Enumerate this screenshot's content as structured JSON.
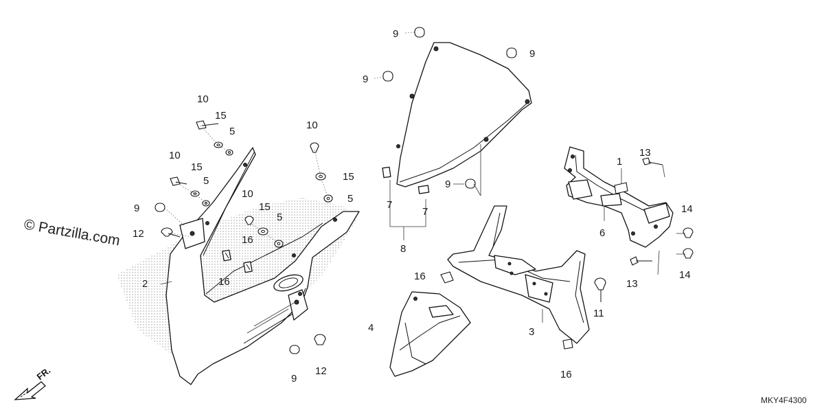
{
  "watermark": "© Partzilla.com",
  "diagram_code": "MKY4F4300",
  "front_marker": "FR.",
  "callouts": [
    {
      "id": "c10a",
      "text": "10"
    },
    {
      "id": "c15a",
      "text": "15"
    },
    {
      "id": "c5a",
      "text": "5"
    },
    {
      "id": "c10b",
      "text": "10"
    },
    {
      "id": "c15b",
      "text": "15"
    },
    {
      "id": "c5b",
      "text": "5"
    },
    {
      "id": "c9a",
      "text": "9"
    },
    {
      "id": "c12a",
      "text": "12"
    },
    {
      "id": "c2",
      "text": "2"
    },
    {
      "id": "c10c",
      "text": "10"
    },
    {
      "id": "c15c",
      "text": "15"
    },
    {
      "id": "c5c",
      "text": "5"
    },
    {
      "id": "c16a",
      "text": "16"
    },
    {
      "id": "c16b",
      "text": "16"
    },
    {
      "id": "c10d",
      "text": "10"
    },
    {
      "id": "c15d",
      "text": "15"
    },
    {
      "id": "c5d",
      "text": "5"
    },
    {
      "id": "c9b",
      "text": "9"
    },
    {
      "id": "c12b",
      "text": "12"
    },
    {
      "id": "c9c",
      "text": "9"
    },
    {
      "id": "c9d",
      "text": "9"
    },
    {
      "id": "c9e",
      "text": "9"
    },
    {
      "id": "c9f",
      "text": "9"
    },
    {
      "id": "c7a",
      "text": "7"
    },
    {
      "id": "c7b",
      "text": "7"
    },
    {
      "id": "c8",
      "text": "8"
    },
    {
      "id": "c16c",
      "text": "16"
    },
    {
      "id": "c4",
      "text": "4"
    },
    {
      "id": "c3",
      "text": "3"
    },
    {
      "id": "c11",
      "text": "11"
    },
    {
      "id": "c16d",
      "text": "16"
    },
    {
      "id": "c13a",
      "text": "13"
    },
    {
      "id": "c1",
      "text": "1"
    },
    {
      "id": "c6",
      "text": "6"
    },
    {
      "id": "c14a",
      "text": "14"
    },
    {
      "id": "c13b",
      "text": "13"
    },
    {
      "id": "c14b",
      "text": "14"
    }
  ]
}
